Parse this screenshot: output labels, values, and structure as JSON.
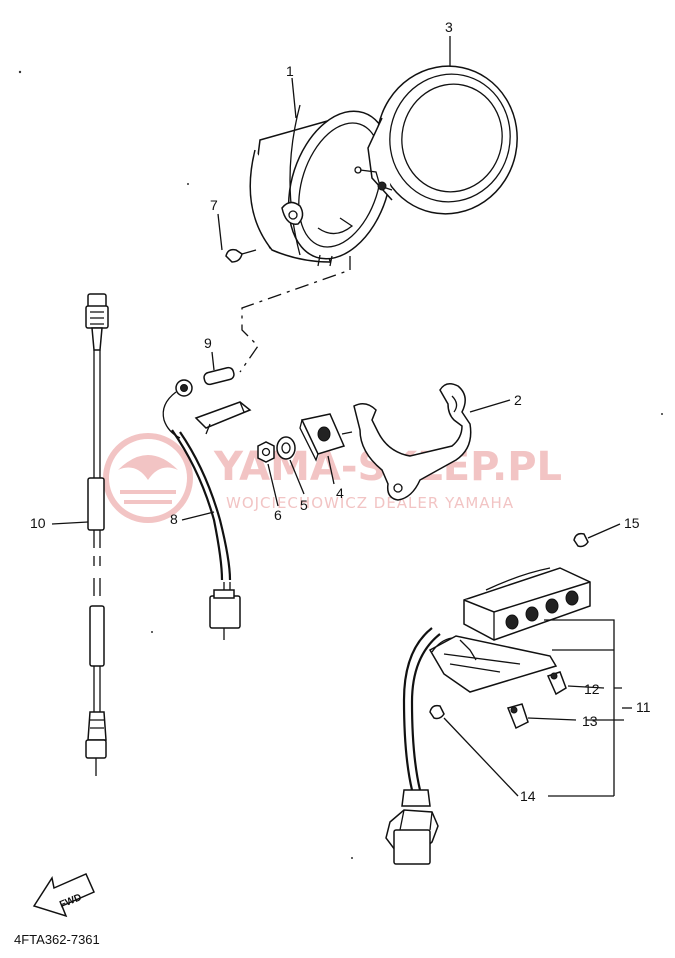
{
  "watermark": {
    "brand": "YAMA-SKLEP.PL",
    "subtitle": "WOJCIECHOWICZ DEALER YAMAHA",
    "color": "#f2c4c4"
  },
  "diagram_code": "4FTA362-7361",
  "fwd_label": "FWD",
  "callouts": {
    "c1": "1",
    "c2": "2",
    "c3": "3",
    "c4": "4",
    "c5": "5",
    "c6": "6",
    "c7": "7",
    "c8": "8",
    "c9": "9",
    "c10": "10",
    "c11": "11",
    "c12": "12",
    "c13": "13",
    "c14": "14",
    "c15": "15"
  }
}
